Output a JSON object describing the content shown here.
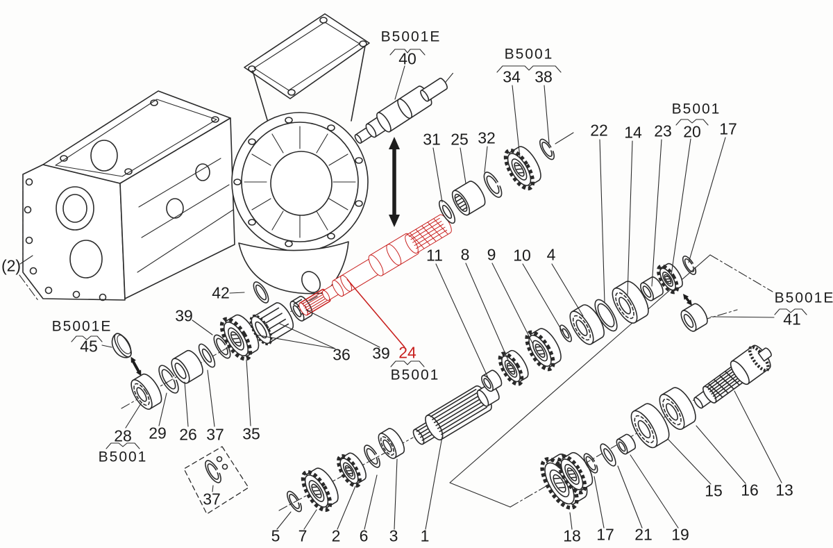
{
  "figure": {
    "type": "exploded-parts-diagram",
    "subject": "tractor transmission gear shaft assembly",
    "highlighted_part": "24"
  },
  "colors": {
    "line": "#2a2a2a",
    "highlight": "#c8201e",
    "background": "#ffffff"
  },
  "labels": {
    "note_qty": "(2)",
    "g_top_e": "B5001E",
    "n40": "40",
    "g_top": "B5001",
    "n34": "34",
    "n38": "38",
    "n31": "31",
    "n25": "25",
    "n32": "32",
    "n22": "22",
    "n14": "14",
    "n23": "23",
    "g_right": "B5001",
    "n20": "20",
    "n17_right": "17",
    "n11": "11",
    "n8": "8",
    "n9": "9",
    "n10": "10",
    "n4": "4",
    "n42": "42",
    "n39_left": "39",
    "g_left_e": "B5001E",
    "n45": "45",
    "n28": "28",
    "g_left": "B5001",
    "n29": "29",
    "n26": "26",
    "n37_a": "37",
    "n35": "35",
    "n36": "36",
    "n39_mid": "39",
    "n24": "24",
    "g_mid": "B5001",
    "n37_b": "37",
    "n5": "5",
    "n7": "7",
    "n2": "2",
    "n6": "6",
    "n3": "3",
    "n1": "1",
    "n18": "18",
    "n17_bottom": "17",
    "n21": "21",
    "n19": "19",
    "n15": "15",
    "n16": "16",
    "n13": "13",
    "g_right_e": "B5001E",
    "n41": "41"
  }
}
